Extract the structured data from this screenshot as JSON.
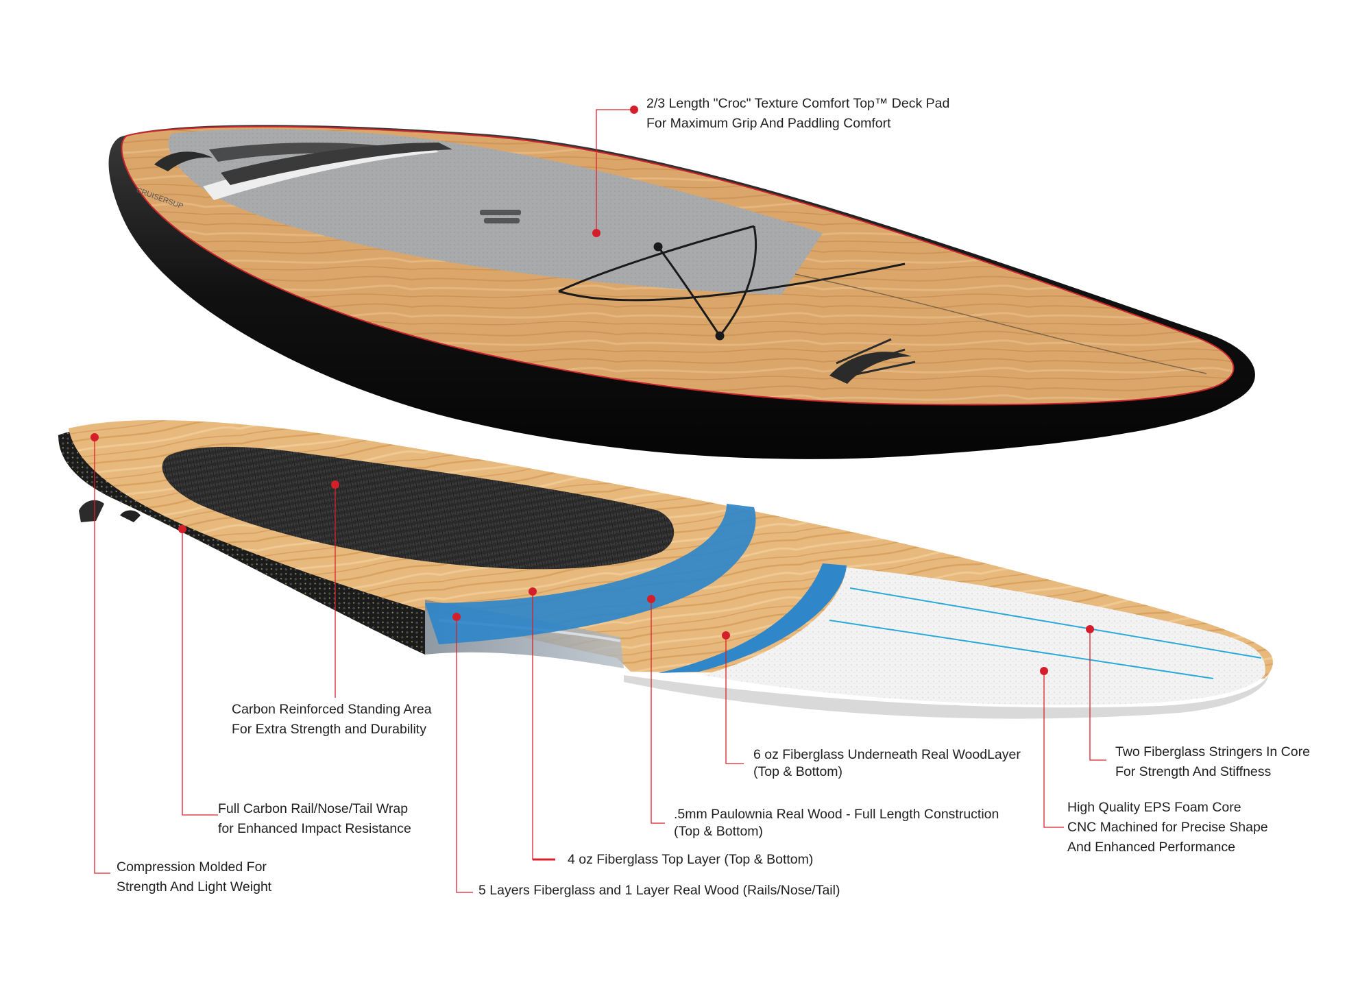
{
  "annotations": {
    "deck_pad": {
      "line1": "2/3 Length \"Croc\" Texture Comfort Top™ Deck Pad",
      "line2": "For Maximum Grip And Paddling Comfort"
    },
    "carbon_standing": {
      "line1": "Carbon Reinforced Standing Area",
      "line2": "For Extra Strength and Durability"
    },
    "six_oz_fiberglass": {
      "line1": "6 oz Fiberglass Underneath Real WoodLayer",
      "line2": "(Top & Bottom)"
    },
    "two_stringers": {
      "line1": "Two Fiberglass Stringers In Core",
      "line2": "For Strength And Stiffness"
    },
    "carbon_rail": {
      "line1": "Full Carbon Rail/Nose/Tail Wrap",
      "line2": "for Enhanced Impact Resistance"
    },
    "paulownia": {
      "line1": ".5mm Paulownia Real Wood - Full Length Construction",
      "line2": "(Top & Bottom)"
    },
    "eps_core": {
      "line1": "High Quality EPS Foam Core",
      "line2": "CNC Machined for Precise Shape",
      "line3": "And Enhanced Performance"
    },
    "four_oz_fiberglass": {
      "line1": "4 oz Fiberglass Top Layer (Top & Bottom)"
    },
    "compression": {
      "line1": "Compression Molded For",
      "line2": "Strength And Light Weight"
    },
    "five_layers": {
      "line1": "5 Layers Fiberglass and 1 Layer Real Wood (Rails/Nose/Tail)"
    }
  },
  "board_branding": {
    "brand_text": "CRUISERSUP"
  },
  "colors": {
    "leader_line": "#d9202a",
    "leader_dot": "#d41f2a",
    "wood": "#dba66a",
    "deck_pad": "#a9aaab",
    "rail": "#141414",
    "fiberglass_blue": "#2f86c9",
    "eps_foam": "#f2f2f2",
    "carbon": "#2b2b2b",
    "stringer": "#2aa9d8"
  }
}
